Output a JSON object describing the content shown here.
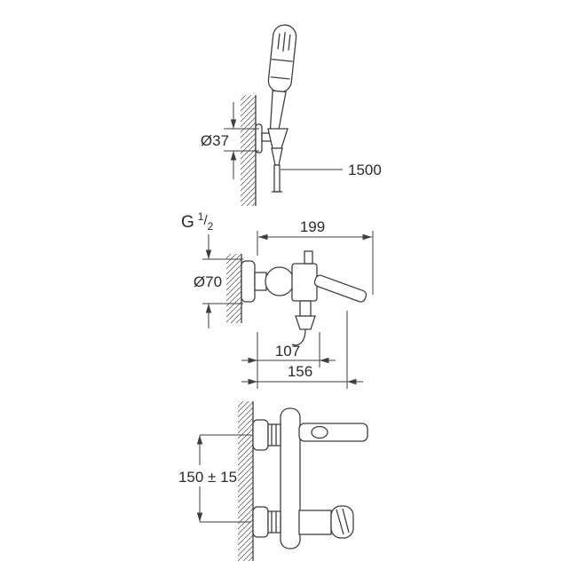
{
  "meta": {
    "description": "Technical dimension drawing of a wall-mounted single-lever bath/shower mixer with hand shower set",
    "background_color": "#ffffff",
    "line_color": "#3f3f3f",
    "text_color": "#2b2b2b"
  },
  "views": {
    "hand_shower": {
      "dims": {
        "holder_diameter": "Ø37",
        "hose_length": "1500"
      }
    },
    "mixer_front": {
      "dims": {
        "thread_prefix": "G",
        "thread_numerator": "1",
        "thread_slash": "/",
        "thread_denominator": "2",
        "escutcheon_diameter": "Ø70",
        "total_projection": "199",
        "outlet_projection": "107",
        "lever_projection": "156"
      }
    },
    "mixer_side": {
      "dims": {
        "connection_distance": "150 ± 15"
      }
    }
  }
}
